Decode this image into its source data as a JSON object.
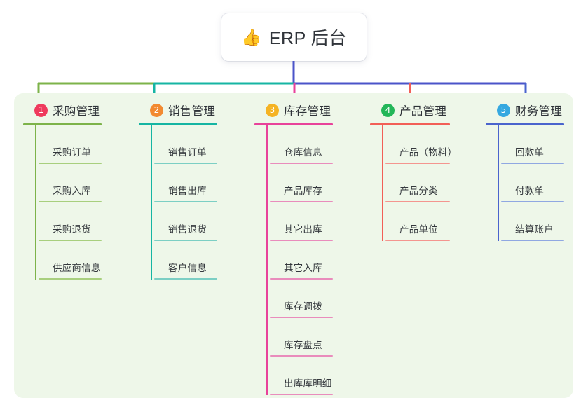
{
  "root": {
    "icon": "thumbs-up-icon",
    "icon_glyph": "👍",
    "label": "ERP 后台"
  },
  "palette": {
    "panel_bg": "#eef7e9",
    "page_bg": "#ffffff",
    "root_stem": "#4b54c9",
    "bar_left": "#11b5a0",
    "bar_right": "#4b54c9",
    "text": "#34383d"
  },
  "columns": [
    {
      "number": "1",
      "title": "采购管理",
      "badge_color": "#ef3a5d",
      "line_color": "#7db34a",
      "leaf_rule_color": "#a8cf7e",
      "items": [
        {
          "label": "采购订单"
        },
        {
          "label": "采购入库"
        },
        {
          "label": "采购退货"
        },
        {
          "label": "供应商信息"
        }
      ]
    },
    {
      "number": "2",
      "title": "销售管理",
      "badge_color": "#f28a31",
      "line_color": "#16b5a3",
      "leaf_rule_color": "#7ccfc4",
      "items": [
        {
          "label": "销售订单"
        },
        {
          "label": "销售出库"
        },
        {
          "label": "销售退货"
        },
        {
          "label": "客户信息"
        }
      ]
    },
    {
      "number": "3",
      "title": "库存管理",
      "badge_color": "#f5b324",
      "line_color": "#e8429a",
      "leaf_rule_color": "#e98cbc",
      "items": [
        {
          "label": "仓库信息"
        },
        {
          "label": "产品库存"
        },
        {
          "label": "其它出库"
        },
        {
          "label": "其它入库"
        },
        {
          "label": "库存调拨"
        },
        {
          "label": "库存盘点"
        },
        {
          "label": "出库库明细"
        }
      ]
    },
    {
      "number": "4",
      "title": "产品管理",
      "badge_color": "#23b659",
      "line_color": "#f25f57",
      "leaf_rule_color": "#f4958f",
      "items": [
        {
          "label": "产品（物料）"
        },
        {
          "label": "产品分类"
        },
        {
          "label": "产品单位"
        }
      ]
    },
    {
      "number": "5",
      "title": "财务管理",
      "badge_color": "#35a8e0",
      "line_color": "#4a64cd",
      "leaf_rule_color": "#90a8e2",
      "items": [
        {
          "label": "回款单"
        },
        {
          "label": "付款单"
        },
        {
          "label": "结算账户"
        }
      ]
    }
  ]
}
